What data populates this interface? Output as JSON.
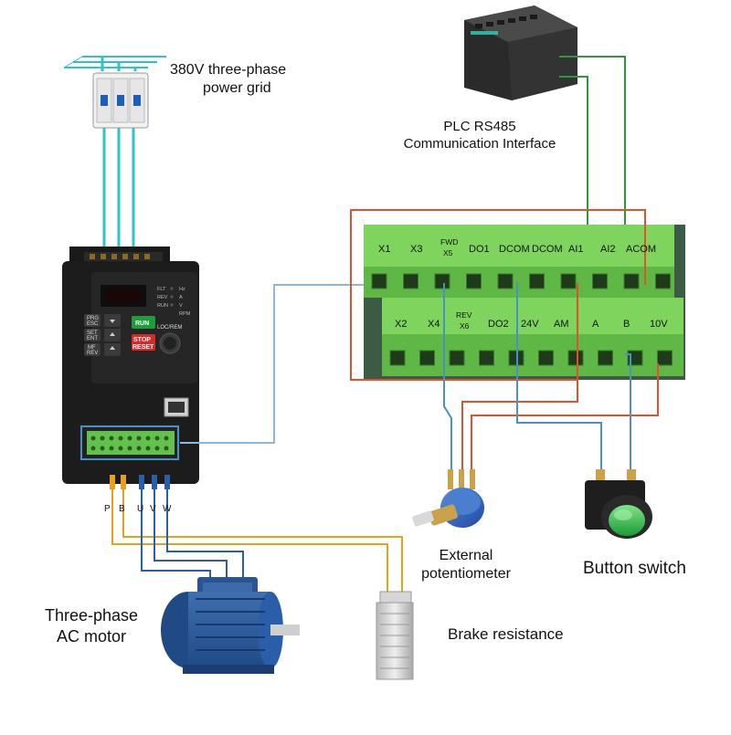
{
  "labels": {
    "power_grid": [
      "380V three-phase",
      "power grid"
    ],
    "plc": [
      "PLC RS485",
      "Communication Interface"
    ],
    "potentiometer": [
      "External",
      "potentiometer"
    ],
    "button_switch": "Button switch",
    "motor": [
      "Three-phase",
      "AC motor"
    ],
    "brake": "Brake resistance"
  },
  "terminals": {
    "top_row": [
      "X1",
      "X3",
      "FWD",
      "X5",
      "DO1",
      "DCOM",
      "DCOM",
      "AI1",
      "AI2",
      "ACOM"
    ],
    "bottom_row": [
      "X2",
      "X4",
      "REV",
      "X6",
      "DO2",
      "24V",
      "AM",
      "A",
      "B",
      "10V"
    ]
  },
  "output_pins": [
    "P",
    "B",
    "U",
    "V",
    "W"
  ],
  "keypad": {
    "prg": "PRG",
    "esc": "ESC",
    "set": "SET",
    "ent": "ENT",
    "mf": "MF",
    "rev": "REV",
    "run": "RUN",
    "stop": "STOP",
    "reset": "RESET",
    "loc_rem": "LOC/REM"
  },
  "indicators": [
    "FLT",
    "REV",
    "RUN",
    "Hz",
    "A",
    "V",
    "RPM"
  ],
  "colors": {
    "power_wire": "#2ec4c4",
    "plc_wire": "#2a9a3a",
    "signal_red": "#e0522b",
    "signal_blue": "#4a90c8",
    "motor_wire": "#2b5ea8",
    "brake_wire": "#e8a020",
    "terminal_green": "#6ccb4b",
    "drive_body": "#1c1c1c"
  }
}
